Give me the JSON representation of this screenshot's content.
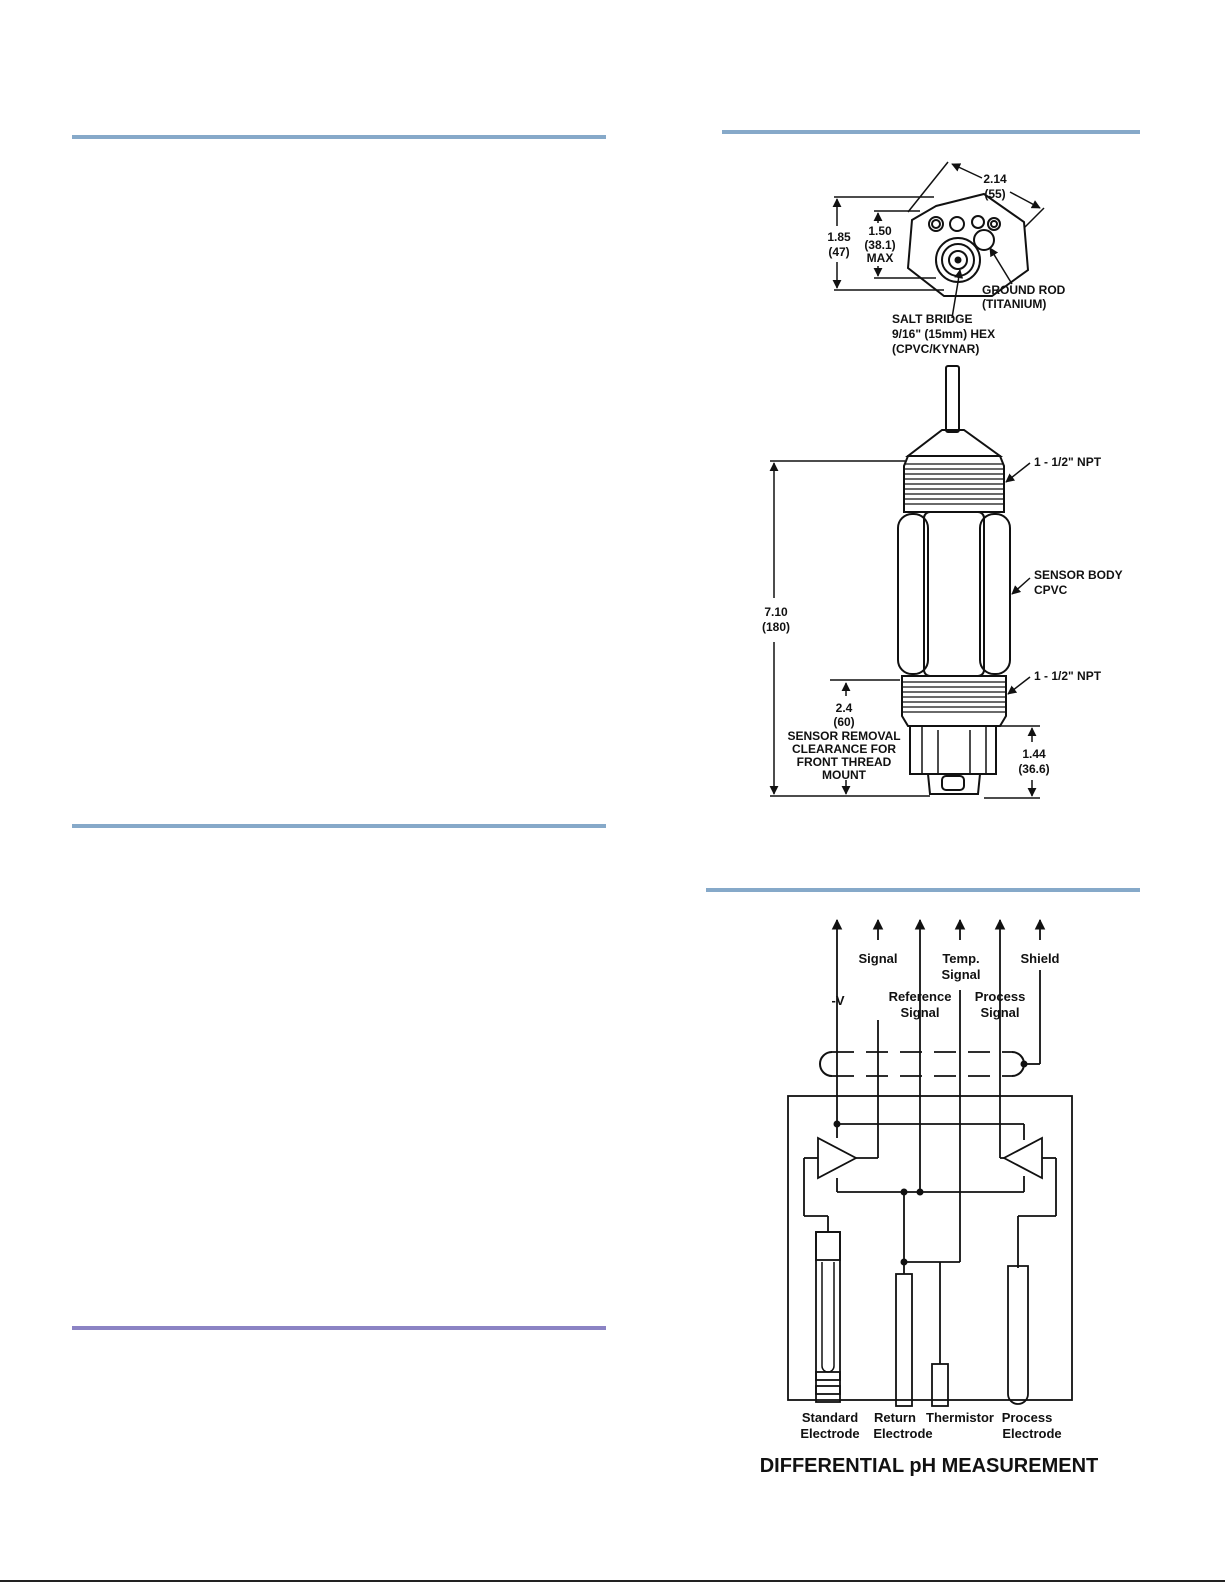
{
  "dimensions": {
    "top_width": "2.14",
    "top_width_mm": "(55)",
    "flat_height": "1.85",
    "flat_height_mm": "(47)",
    "electrode_max": "1.50",
    "electrode_max_mm": "(38.1)",
    "electrode_max_label": "MAX",
    "ground_rod": "GROUND ROD",
    "ground_rod_mat": "(TITANIUM)",
    "salt_bridge": "SALT BRIDGE",
    "salt_bridge_hex": "9/16\" (15mm) HEX",
    "salt_bridge_mat": "(CPVC/KYNAR)",
    "npt_top": "1 - 1/2\" NPT",
    "sensor_body": "SENSOR BODY",
    "sensor_body_mat": "CPVC",
    "npt_bottom": "1 - 1/2\" NPT",
    "overall_length": "7.10",
    "overall_length_mm": "(180)",
    "clearance": "2.4",
    "clearance_mm": "(60)",
    "clearance_l1": "SENSOR REMOVAL",
    "clearance_l2": "CLEARANCE FOR",
    "clearance_l3": "FRONT THREAD",
    "clearance_l4": "MOUNT",
    "tip_length": "1.44",
    "tip_length_mm": "(36.6)"
  },
  "schematic": {
    "title": "DIFFERENTIAL pH MEASUREMENT",
    "signal": "Signal",
    "temp_l1": "Temp.",
    "temp_l2": "Signal",
    "shield": "Shield",
    "neg_v": "-V",
    "ref_l1": "Reference",
    "ref_l2": "Signal",
    "proc_l1": "Process",
    "proc_l2": "Signal",
    "std_l1": "Standard",
    "std_l2": "Electrode",
    "ret_l1": "Return",
    "ret_l2": "Electrode",
    "thermistor": "Thermistor",
    "pel_l1": "Process",
    "pel_l2": "Electrode"
  }
}
